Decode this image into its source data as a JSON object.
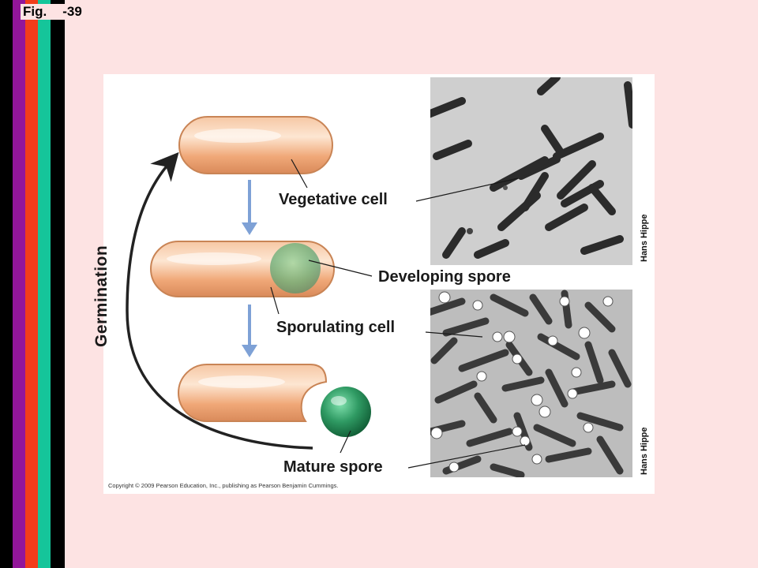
{
  "slide": {
    "fig_prefix": "Fig.",
    "fig_suffix": "-39"
  },
  "diagram": {
    "labels": {
      "vegetative_cell": "Vegetative cell",
      "developing_spore": "Developing spore",
      "sporulating_cell": "Sporulating cell",
      "mature_spore": "Mature spore",
      "germination": "Germination"
    },
    "photo_credit_top": "Hans Hippe",
    "photo_credit_bottom": "Hans Hippe",
    "copyright": "Copyright © 2009 Pearson Education, Inc., publishing as Pearson Benjamin Cummings."
  },
  "colors": {
    "background": "#fde3e3",
    "cell_orange": "#f0a878",
    "spore_green": "#2f9a63",
    "arrow_blue": "#7ea1d6"
  }
}
